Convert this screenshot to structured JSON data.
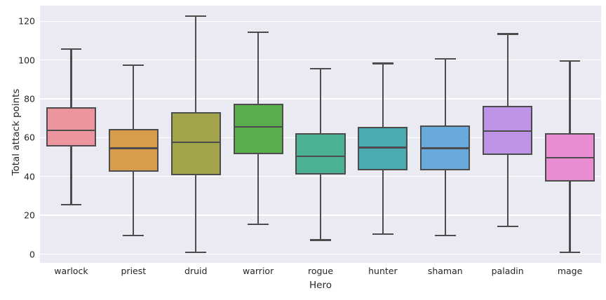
{
  "chart_data": {
    "type": "box",
    "title": "",
    "xlabel": "Hero",
    "ylabel": "Total attack points",
    "xlim": [
      -0.5,
      8.5
    ],
    "ylim": [
      -4.5,
      128.0
    ],
    "grid": true,
    "legend": null,
    "yticks": [
      0,
      20,
      40,
      60,
      80,
      100,
      120
    ],
    "ytick_labels": [
      "0",
      "20",
      "40",
      "60",
      "80",
      "100",
      "120"
    ],
    "categories": [
      "warlock",
      "priest",
      "druid",
      "warrior",
      "rogue",
      "hunter",
      "shaman",
      "paladin",
      "mage"
    ],
    "boxes": [
      {
        "category": "warlock",
        "color": "#ec959f",
        "whisker_low": 25.5,
        "q1": 55.3,
        "median": 63.8,
        "q3": 75.5,
        "whisker_high": 105.5
      },
      {
        "category": "priest",
        "color": "#d89c4a",
        "whisker_low": 9.6,
        "q1": 42.5,
        "median": 54.5,
        "q3": 64.5,
        "whisker_high": 97.3
      },
      {
        "category": "druid",
        "color": "#a3a44a",
        "whisker_low": 0.8,
        "q1": 40.8,
        "median": 57.5,
        "q3": 73.2,
        "whisker_high": 122.5
      },
      {
        "category": "warrior",
        "color": "#5cad4c",
        "whisker_low": 15.3,
        "q1": 51.6,
        "median": 65.4,
        "q3": 77.5,
        "whisker_high": 114.3
      },
      {
        "category": "rogue",
        "color": "#4cb092",
        "whisker_low": 7.2,
        "q1": 40.9,
        "median": 50.3,
        "q3": 62.3,
        "whisker_high": 95.6
      },
      {
        "category": "hunter",
        "color": "#4aacb0",
        "whisker_low": 10.2,
        "q1": 43.3,
        "median": 54.9,
        "q3": 65.5,
        "whisker_high": 98.2
      },
      {
        "category": "shaman",
        "color": "#68aade",
        "whisker_low": 9.7,
        "q1": 43.2,
        "median": 54.5,
        "q3": 66.3,
        "whisker_high": 100.5
      },
      {
        "category": "paladin",
        "color": "#bd94e8",
        "whisker_low": 14.4,
        "q1": 51.2,
        "median": 63.5,
        "q3": 76.3,
        "whisker_high": 113.4
      },
      {
        "category": "mage",
        "color": "#e98cd2",
        "whisker_low": 1.0,
        "q1": 37.3,
        "median": 49.6,
        "q3": 62.2,
        "whisker_high": 99.5
      }
    ],
    "style": {
      "axes_facecolor": "#eaeaf2",
      "figure_facecolor": "#ffffff",
      "grid_color": "#ffffff",
      "line_color": "#4c4c4c",
      "text_color": "#262626"
    }
  }
}
